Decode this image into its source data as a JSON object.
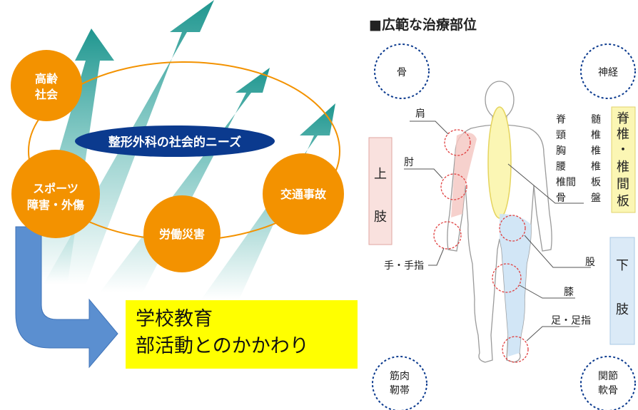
{
  "left": {
    "center_label": "整形外科の社会的ニーズ",
    "bubbles": [
      {
        "line1": "高齢",
        "line2": "社会"
      },
      {
        "line1": "スポーツ",
        "line2": "障害・外傷"
      },
      {
        "line1": "労働災害",
        "line2": ""
      },
      {
        "line1": "交通事故",
        "line2": ""
      }
    ],
    "box": {
      "line1": "学校教育",
      "line2": "部活動とのかかわり"
    }
  },
  "right": {
    "title": "■広範な治療部位",
    "corners": {
      "bone": "骨",
      "nerve": "神経",
      "muscle": {
        "line1": "筋肉",
        "line2": "靭帯"
      },
      "joint": {
        "line1": "関節",
        "line2": "軟骨"
      }
    },
    "labels": {
      "shoulder": "肩",
      "elbow": "肘",
      "hand": "手・手指",
      "hip": "股",
      "knee": "膝",
      "foot": "足・足指"
    },
    "upper_limb": [
      "上",
      "肢"
    ],
    "lower_limb": [
      "下",
      "肢"
    ],
    "spine_box": [
      "脊",
      "椎",
      "・",
      "椎",
      "間",
      "板"
    ],
    "spine_list": {
      "col1": [
        "脊",
        "頸",
        "胸",
        "腰",
        "椎間",
        "骨"
      ],
      "col2": [
        "髄",
        "椎",
        "椎",
        "椎",
        "板",
        "盤"
      ]
    }
  },
  "colors": {
    "orange": "#f39200",
    "teal": "#2aa19a",
    "navy": "#0b3a8e",
    "blue_arrow": "#5b8fd0",
    "yellow": "#ffff00",
    "pink": "#f4c9c4",
    "spine_yellow": "#fbf6b4",
    "leg_blue": "#cde3f5"
  }
}
